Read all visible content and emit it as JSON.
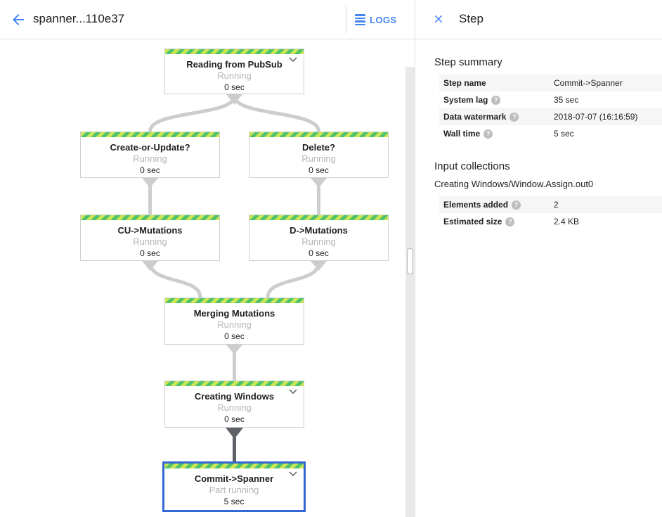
{
  "header": {
    "title": "spanner...110e37",
    "logs_label": "LOGS"
  },
  "panel": {
    "title": "Step",
    "step_summary": {
      "heading": "Step summary",
      "rows": [
        {
          "label": "Step name",
          "value": "Commit->Spanner"
        },
        {
          "label": "System lag",
          "value": "35 sec"
        },
        {
          "label": "Data watermark",
          "value": "2018-07-07 (16:16:59)"
        },
        {
          "label": "Wall time",
          "value": "5 sec"
        }
      ]
    },
    "input_collections": {
      "heading": "Input collections",
      "collection_name": "Creating Windows/Window.Assign.out0",
      "rows": [
        {
          "label": "Elements added",
          "value": "2"
        },
        {
          "label": "Estimated size",
          "value": "2.4 KB"
        }
      ]
    }
  },
  "graph": {
    "nodes": [
      {
        "id": "reading-from-pubsub",
        "title": "Reading from PubSub",
        "status": "Running",
        "time": "0 sec"
      },
      {
        "id": "create-or-update",
        "title": "Create-or-Update?",
        "status": "Running",
        "time": "0 sec"
      },
      {
        "id": "delete",
        "title": "Delete?",
        "status": "Running",
        "time": "0 sec"
      },
      {
        "id": "cu-mutations",
        "title": "CU->Mutations",
        "status": "Running",
        "time": "0 sec"
      },
      {
        "id": "d-mutations",
        "title": "D->Mutations",
        "status": "Running",
        "time": "0 sec"
      },
      {
        "id": "merging-mutations",
        "title": "Merging Mutations",
        "status": "Running",
        "time": "0 sec"
      },
      {
        "id": "creating-windows",
        "title": "Creating Windows",
        "status": "Running",
        "time": "0 sec"
      },
      {
        "id": "commit-spanner",
        "title": "Commit->Spanner",
        "status": "Part running",
        "time": "5 sec"
      }
    ]
  },
  "icons": {
    "help_glyph": "?"
  },
  "colors": {
    "accent_blue": "#4285f4",
    "selected_node_border": "#3367d6",
    "running_stripe_light": "#cbe654",
    "running_stripe_dark": "#4ec36b",
    "edge_gray": "#cdcdcd",
    "edge_selected_dark": "#5f6368",
    "status_text_gray": "#b5b5b5",
    "row_background": "#f6f6f6"
  }
}
